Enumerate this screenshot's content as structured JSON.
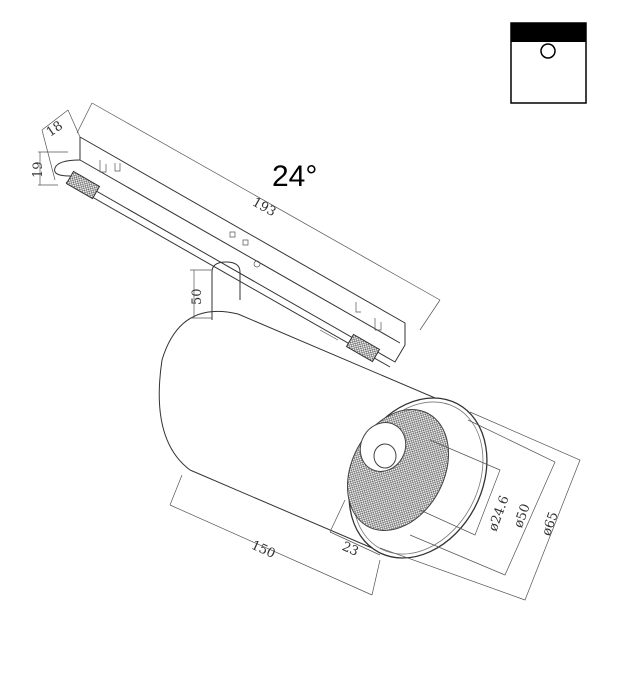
{
  "beam_angle": "24°",
  "icon": {
    "name": "ceiling-track-mount-icon",
    "color": "#000000"
  },
  "dimensions": {
    "track_width": "18",
    "track_height": "19",
    "track_length": "193",
    "stem_height": "50",
    "body_length": "150",
    "lens_depth": "23",
    "lens_inner_diameter": "ø24.6",
    "reflector_diameter": "ø50",
    "body_diameter": "ø65"
  }
}
